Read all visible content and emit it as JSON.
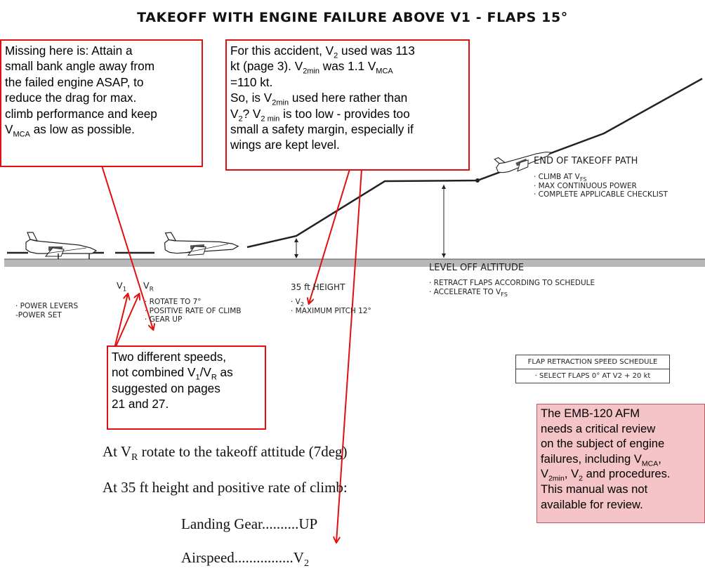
{
  "title": "TAKEOFF WITH ENGINE FAILURE ABOVE V1 - FLAPS 15°",
  "notes": {
    "left_box": {
      "line1": "Missing here is: Attain a",
      "line2": "small bank angle away from",
      "line3": "the failed engine ASAP, to",
      "line4": "reduce the drag for max.",
      "line5": "climb performance and keep",
      "line6_main": "V",
      "line6_sub": "MCA",
      "line6_rest": " as low as possible."
    },
    "center_box": {
      "l1a": "For this accident, V",
      "l1s": "2",
      "l1b": " used was 113",
      "l2a": "kt (page 3). V",
      "l2s1": "2min",
      "l2b": " was 1.1 V",
      "l2s2": "MCA",
      "l3": "=110 kt.",
      "l4a": "So, is V",
      "l4s": "2min",
      "l4b": " used here rather than",
      "l5a": "V",
      "l5s1": "2",
      "l5b": "?  V",
      "l5s2": "2 min",
      "l5c": " is too low - provides too",
      "l6": "small a safety margin, especially if",
      "l7": "wings are kept level."
    },
    "bottom_box": {
      "l1": "Two different speeds,",
      "l2a": "not combined V",
      "l2s1": "1",
      "l2b": "/V",
      "l2s2": "R",
      "l2c": " as",
      "l3": "suggested on pages",
      "l4": "21 and 27."
    },
    "pink_box": {
      "l1": "The EMB-120 AFM",
      "l2": "needs a critical review",
      "l3": "on the subject of engine",
      "l4a": "failures, including V",
      "l4s": "MCA",
      "l4b": ",",
      "l5a": "V",
      "l5s1": "2min",
      "l5b": ", V",
      "l5s2": "2",
      "l5c": " and procedures.",
      "l6": "This manual was not",
      "l7": "available for  review."
    }
  },
  "diagram": {
    "v1_label": "V",
    "v1_sub": "1",
    "vr_label": "V",
    "vr_sub": "R",
    "left_items": [
      "· POWER LEVERS",
      "-POWER SET"
    ],
    "vr_items": {
      "i1": "· ROTATE TO 7°",
      "i2": "· POSITIVE RATE OF CLIMB",
      "i3": "· GEAR UP"
    },
    "height_label": "35 ft HEIGHT",
    "height_items": {
      "i1a": "· V",
      "i1s": "2",
      "i2": "· MAXIMUM PITCH 12°"
    },
    "level_off": {
      "heading": "LEVEL OFF ALTITUDE",
      "i1": "· RETRACT FLAPS ACCORDING TO SCHEDULE",
      "i2a": "· ACCELERATE TO V",
      "i2s": "FS"
    },
    "end_path": {
      "heading": "END OF TAKEOFF PATH",
      "i1a": "· CLIMB AT V",
      "i1s": "FS",
      "i2": "· MAX CONTINUOUS POWER",
      "i3": "· COMPLETE APPLICABLE CHECKLIST"
    },
    "flap_table": {
      "header": "FLAP RETRACTION SPEED SCHEDULE",
      "row": "· SELECT FLAPS 0° AT V2 + 20 kt"
    }
  },
  "procedure": {
    "l1a": "At V",
    "l1s": "R",
    "l1b": " rotate to the takeoff attitude (7deg)",
    "l2": "At 35 ft height and positive rate of climb:",
    "l3": "Landing Gear..........UP",
    "l4a": "Airspeed................V",
    "l4s": "2"
  },
  "colors": {
    "annotation_red": "#e01010",
    "pink_fill": "#f4c4c8",
    "ground": "#b8b8b8"
  }
}
